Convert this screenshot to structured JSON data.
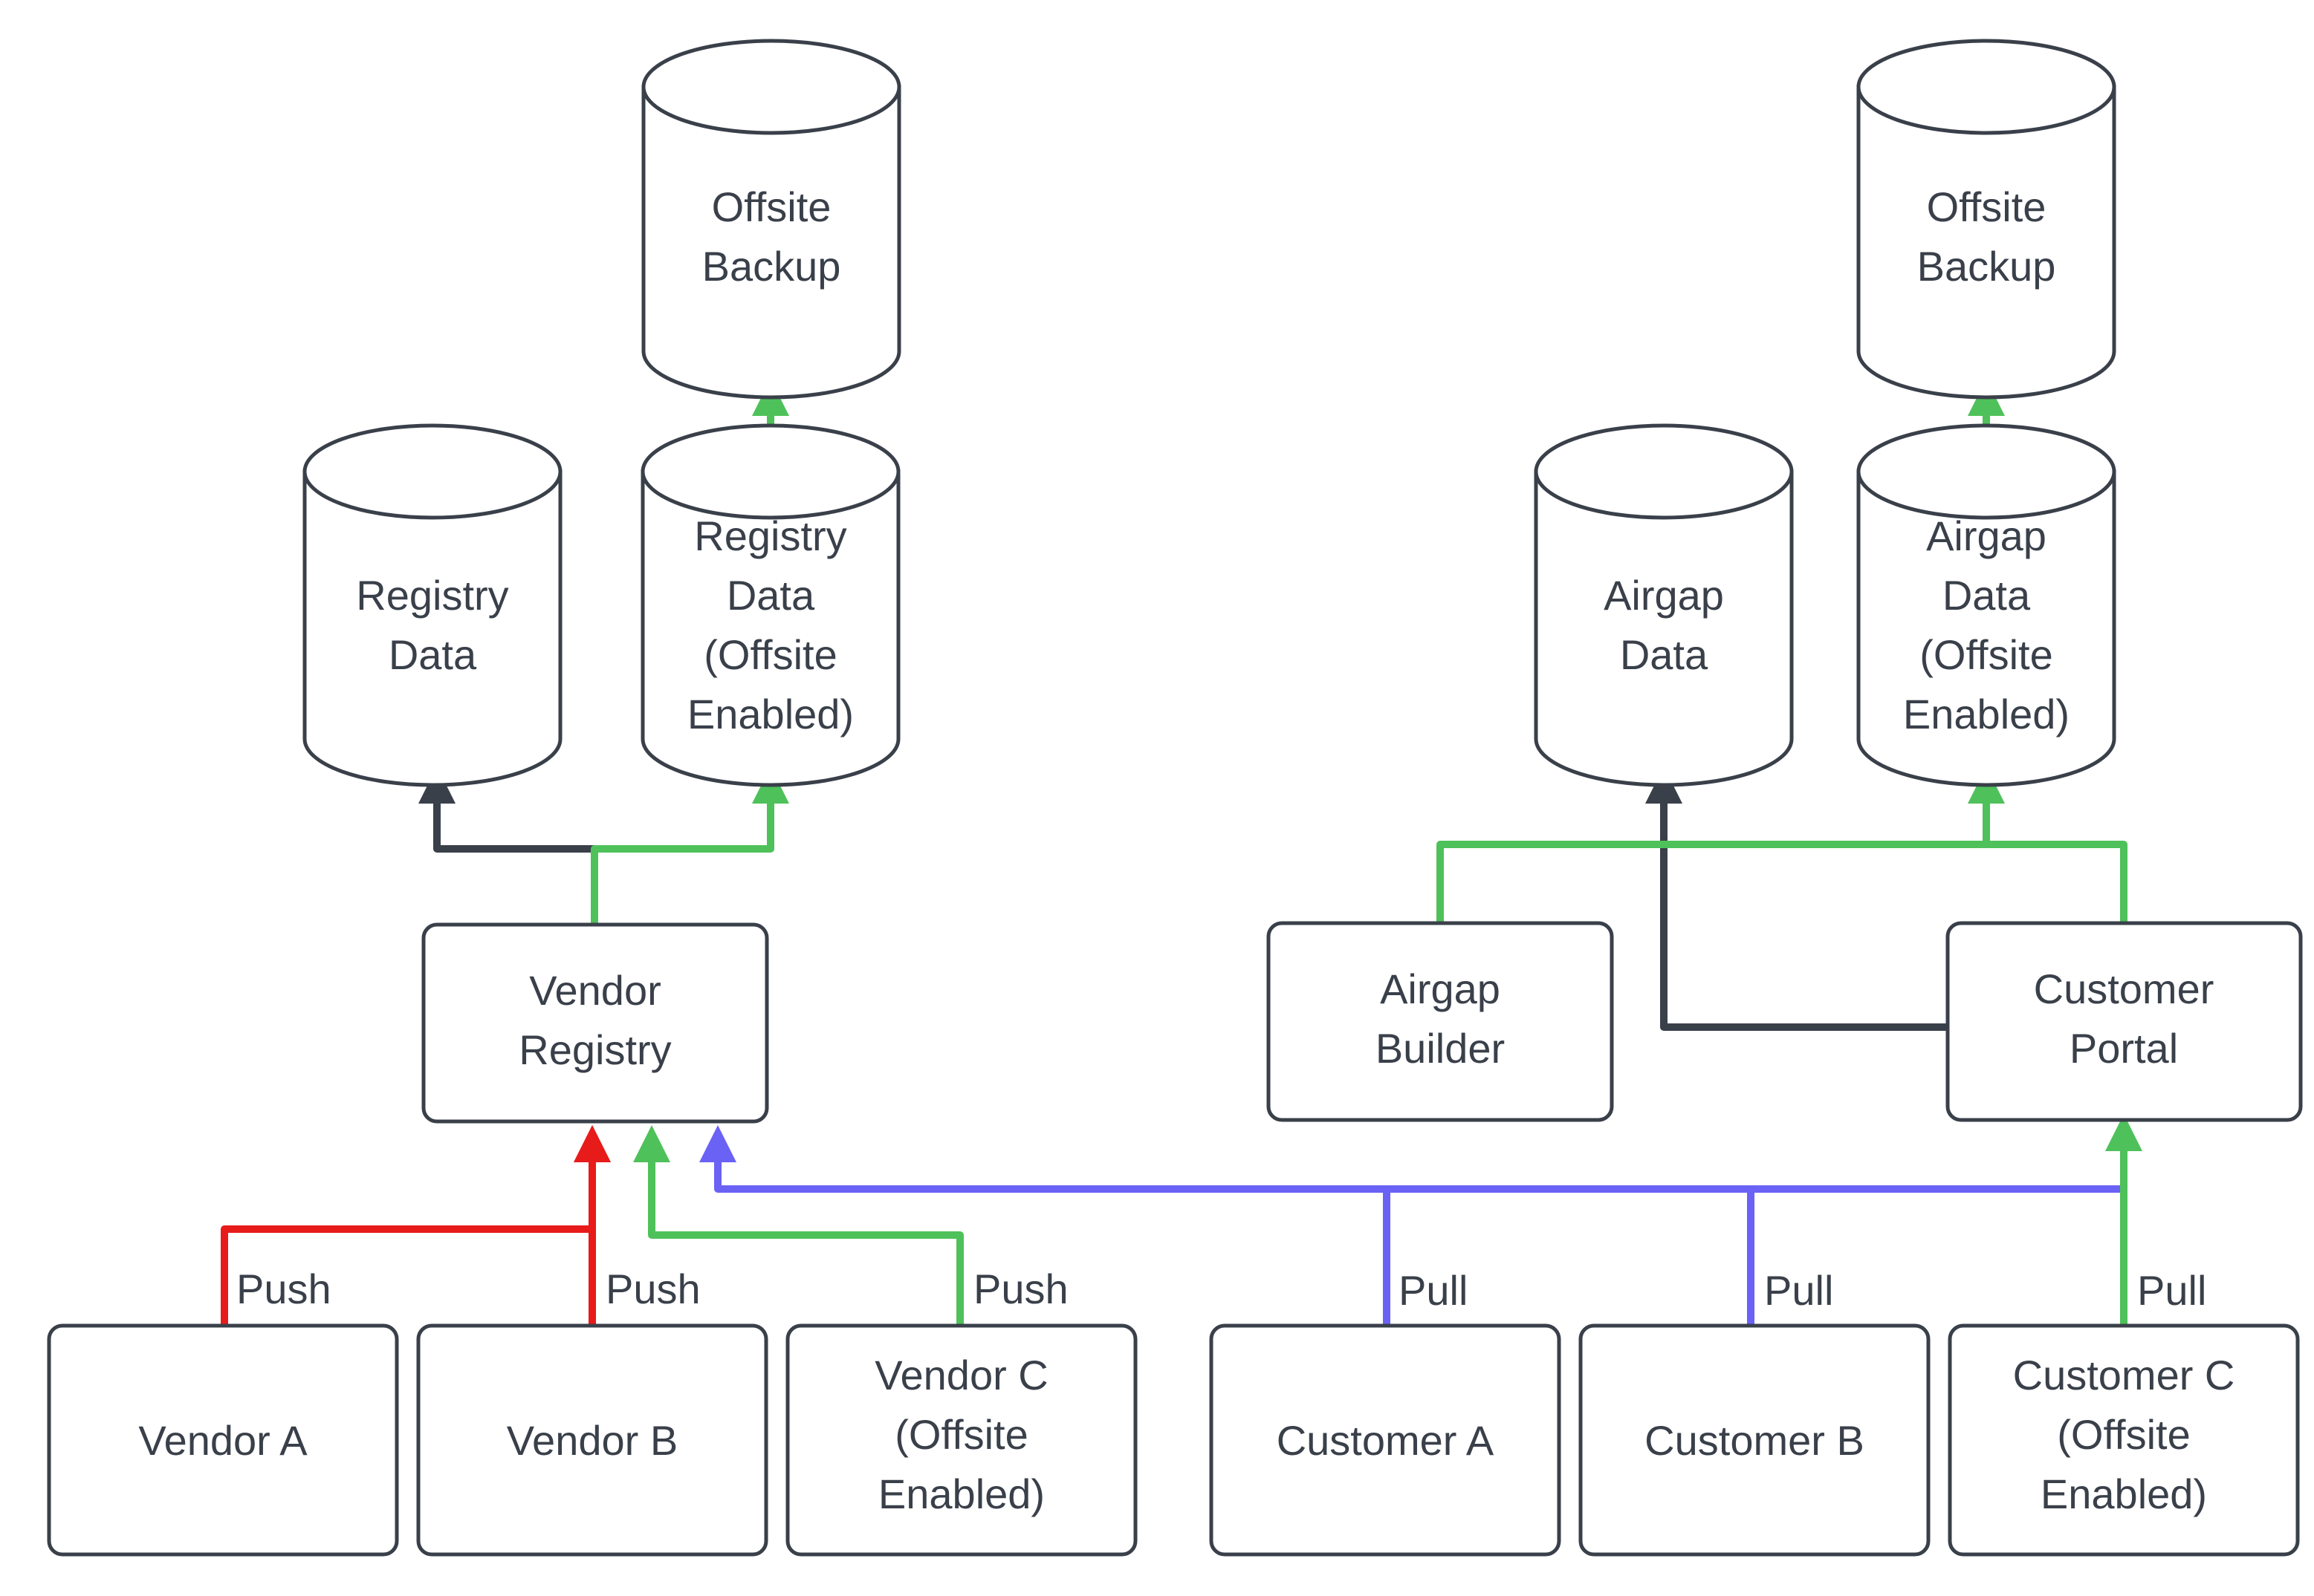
{
  "diagram": {
    "type": "flowchart",
    "title": "",
    "colors": {
      "node_stroke": "#3a404a",
      "node_fill": "#ffffff",
      "text": "#3a404a",
      "background": "#ffffff",
      "edge_dark": "#3a404a",
      "edge_green": "#4fc15a",
      "edge_red": "#e81b1b",
      "edge_blue": "#6a62f5"
    },
    "nodes": {
      "offsite_backup_left": {
        "label_line1": "Offsite",
        "label_line2": "Backup",
        "shape": "cylinder"
      },
      "offsite_backup_right": {
        "label_line1": "Offsite",
        "label_line2": "Backup",
        "shape": "cylinder"
      },
      "registry_data": {
        "label_line1": "Registry",
        "label_line2": "Data",
        "shape": "cylinder"
      },
      "registry_data_offsite": {
        "label_line1": "Registry",
        "label_line2": "Data",
        "label_line3": "(Offsite",
        "label_line4": "Enabled)",
        "shape": "cylinder"
      },
      "airgap_data": {
        "label_line1": "Airgap",
        "label_line2": "Data",
        "shape": "cylinder"
      },
      "airgap_data_offsite": {
        "label_line1": "Airgap",
        "label_line2": "Data",
        "label_line3": "(Offsite",
        "label_line4": "Enabled)",
        "shape": "cylinder"
      },
      "vendor_registry": {
        "label_line1": "Vendor",
        "label_line2": "Registry",
        "shape": "rounded-rect"
      },
      "airgap_builder": {
        "label_line1": "Airgap",
        "label_line2": "Builder",
        "shape": "rounded-rect"
      },
      "customer_portal": {
        "label_line1": "Customer",
        "label_line2": "Portal",
        "shape": "rounded-rect"
      },
      "vendor_a": {
        "label_line1": "Vendor A",
        "shape": "rounded-rect"
      },
      "vendor_b": {
        "label_line1": "Vendor B",
        "shape": "rounded-rect"
      },
      "vendor_c": {
        "label_line1": "Vendor C",
        "label_line2": "(Offsite",
        "label_line3": "Enabled)",
        "shape": "rounded-rect"
      },
      "customer_a": {
        "label_line1": "Customer A",
        "shape": "rounded-rect"
      },
      "customer_b": {
        "label_line1": "Customer B",
        "shape": "rounded-rect"
      },
      "customer_c": {
        "label_line1": "Customer C",
        "label_line2": "(Offsite",
        "label_line3": "Enabled)",
        "shape": "rounded-rect"
      }
    },
    "edge_labels": {
      "push_vendor_a": "Push",
      "push_vendor_b": "Push",
      "push_vendor_c": "Push",
      "pull_customer_a": "Pull",
      "pull_customer_b": "Pull",
      "pull_customer_c": "Pull"
    },
    "edges": [
      {
        "from": "registry_data_offsite",
        "to": "offsite_backup_left",
        "color": "green",
        "label": ""
      },
      {
        "from": "airgap_data_offsite",
        "to": "offsite_backup_right",
        "color": "green",
        "label": ""
      },
      {
        "from": "vendor_registry",
        "to": "registry_data",
        "color": "dark",
        "label": ""
      },
      {
        "from": "vendor_registry",
        "to": "registry_data_offsite",
        "color": "green",
        "label": ""
      },
      {
        "from": "customer_portal",
        "to": "airgap_data",
        "color": "dark",
        "label": ""
      },
      {
        "from": "airgap_builder",
        "to": "airgap_data_offsite",
        "color": "green",
        "label": ""
      },
      {
        "from": "customer_portal",
        "to": "airgap_data_offsite",
        "color": "green",
        "label": ""
      },
      {
        "from": "vendor_a",
        "to": "vendor_registry",
        "color": "red",
        "label": "Push"
      },
      {
        "from": "vendor_b",
        "to": "vendor_registry",
        "color": "red",
        "label": "Push"
      },
      {
        "from": "vendor_c",
        "to": "vendor_registry",
        "color": "green",
        "label": "Push"
      },
      {
        "from": "customer_a",
        "to": "vendor_registry",
        "color": "blue",
        "label": "Pull"
      },
      {
        "from": "customer_b",
        "to": "vendor_registry",
        "color": "blue",
        "label": "Pull"
      },
      {
        "from": "customer_c",
        "to": "customer_portal",
        "color": "green",
        "label": "Pull"
      }
    ]
  }
}
